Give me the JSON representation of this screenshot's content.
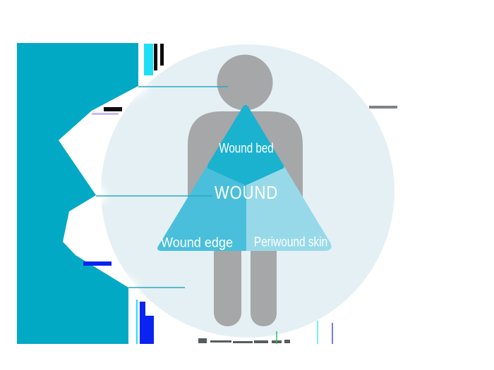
{
  "diagram": {
    "labels": {
      "wound_bed": "Wound bed",
      "wound": "WOUND",
      "wound_edge": "Wound edge",
      "periwound_skin": "Periwound skin"
    },
    "colors": {
      "teal_shape": "#02a9c4",
      "wound_bed_fill": "#1bb2cf",
      "wound_edge_fill": "#4abfdb",
      "periwound_fill": "#98d9e9",
      "circle_fill": "#e5f0f5",
      "figure_fill": "#a6a7a8",
      "line_stroke": "#2aa9c0",
      "text_color": "#ffffff",
      "halo_white": "#ffffff",
      "glitch_cyan": "#1ce0f5",
      "glitch_blue": "#0b23f2",
      "glitch_black": "#0c0c0c",
      "glitch_lavender": "#b7a9f2",
      "glitch_gray": "#7e8386",
      "glitch_dark": "#3a3f42",
      "glitch_green": "#2dbb4e",
      "background": "#ffffff"
    }
  }
}
